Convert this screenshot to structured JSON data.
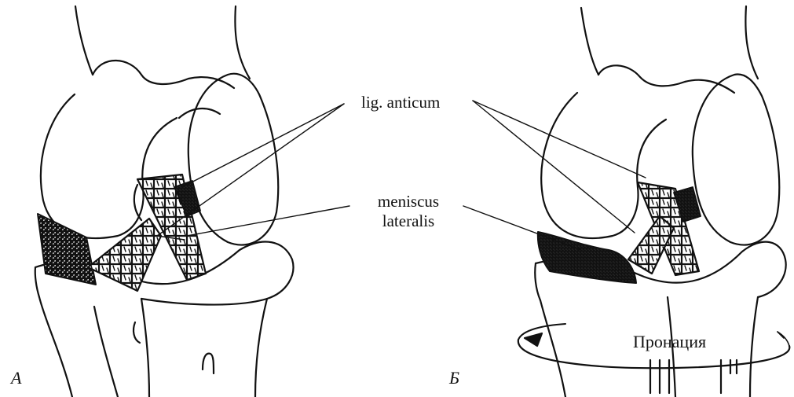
{
  "labels": {
    "lig_anticum": "lig. anticum",
    "meniscus_line1": "meniscus",
    "meniscus_line2": "lateralis",
    "panel_a": "A",
    "panel_b": "Б",
    "pronation": "Пронация"
  },
  "colors": {
    "ink": "#111111",
    "background": "#ffffff"
  }
}
